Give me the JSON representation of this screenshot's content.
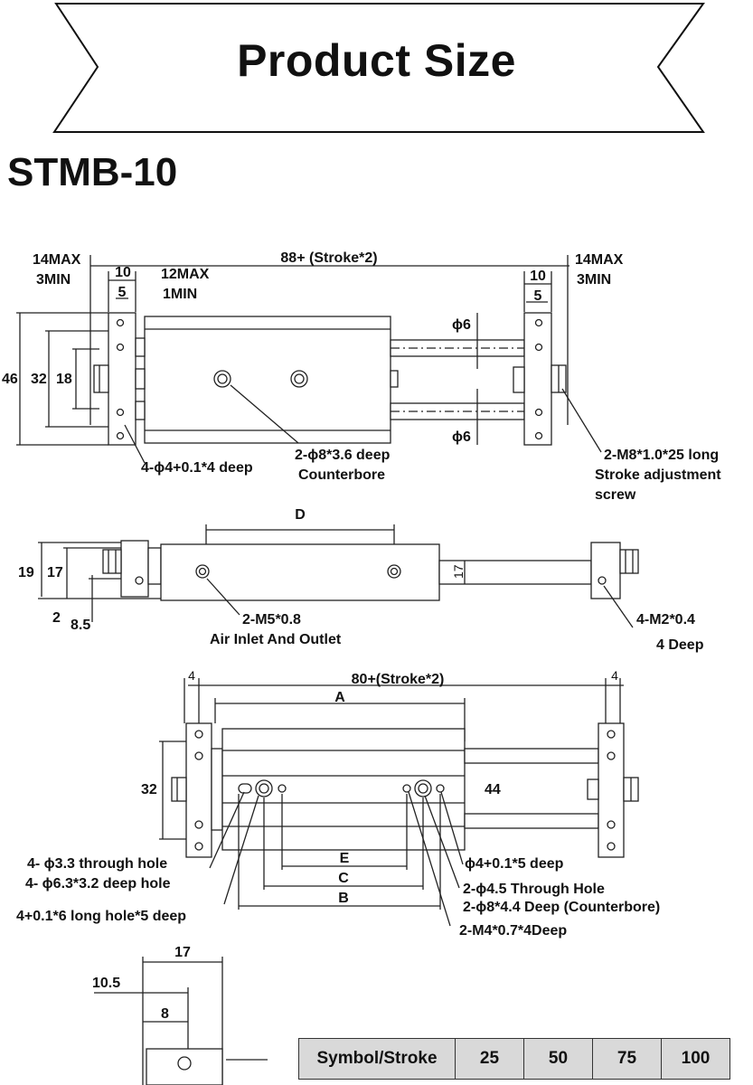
{
  "banner": {
    "title": "Product Size"
  },
  "model": "STMB-10",
  "top_view": {
    "dim_overall": "88+ (Stroke*2)",
    "left_max": "14MAX",
    "left_min": "3MIN",
    "left_10": "10",
    "left_5": "5",
    "mid_max": "12MAX",
    "mid_min": "1MIN",
    "right_max": "14MAX",
    "right_min": "3MIN",
    "right_10": "10",
    "right_5": "5",
    "h46": "46",
    "h32": "32",
    "h18": "18",
    "rod_dia_top": "ϕ6",
    "rod_dia_bottom": "ϕ6",
    "counterbore_line1": "2-ϕ8*3.6 deep",
    "counterbore_line2": "Counterbore",
    "holes": "4-ϕ4+0.1*4 deep",
    "screw_line1": "2-M8*1.0*25 long",
    "screw_line2": "Stroke adjustment",
    "screw_line3": "screw"
  },
  "side_view": {
    "dim_d": "D",
    "h19": "19",
    "h17": "17",
    "h2": "2",
    "h8_5": "8.5",
    "rod_h17": "17",
    "port_line1": "2-M5*0.8",
    "port_line2": "Air Inlet And Outlet",
    "m2_line1": "4-M2*0.4",
    "m2_line2": "4 Deep"
  },
  "bottom_view": {
    "dim_overall": "80+(Stroke*2)",
    "left_4": "4",
    "right_4": "4",
    "dim_a": "A",
    "h32": "32",
    "h44": "44",
    "dim_e": "E",
    "dim_c": "C",
    "dim_b": "B",
    "through_hole": "4- ϕ3.3 through hole",
    "deep_hole": "4- ϕ6.3*3.2 deep hole",
    "long_hole": "4+0.1*6 long hole*5 deep",
    "pin_hole": "ϕ4+0.1*5 deep",
    "through_hole_45": "2-ϕ4.5  Through Hole",
    "counterbore_88": "2-ϕ8*4.4 Deep (Counterbore)",
    "thread_m4": "2-M4*0.7*4Deep"
  },
  "end_view": {
    "w17": "17",
    "w10_5": "10.5",
    "w8": "8"
  },
  "table": {
    "header": [
      "Symbol/Stroke",
      "25",
      "50",
      "75",
      "100"
    ]
  }
}
